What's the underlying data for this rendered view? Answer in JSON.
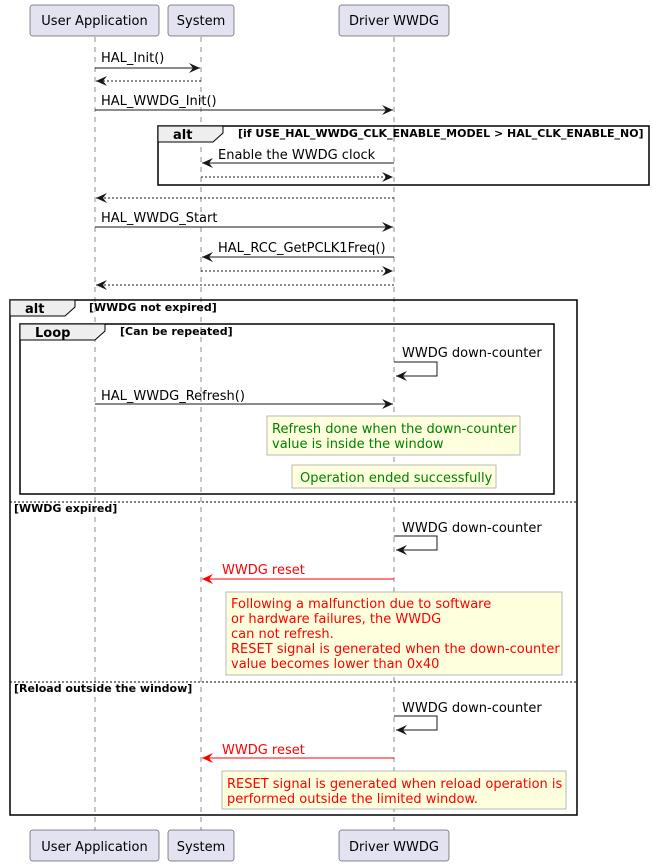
{
  "participants": [
    "User Application",
    "System",
    "Driver WWDG"
  ],
  "messages": {
    "hal_init": "HAL_Init()",
    "hal_wwdg_init": "HAL_WWDG_Init()",
    "enable_clock": "Enable the WWDG clock",
    "hal_wwdg_start": "HAL_WWDG_Start",
    "get_pclk": "HAL_RCC_GetPCLK1Freq()",
    "down_counter": "WWDG down-counter",
    "refresh": "HAL_WWDG_Refresh()",
    "reset": "WWDG reset"
  },
  "fragments": {
    "alt_keyword": "alt",
    "loop_keyword": "Loop",
    "clk_condition": "[if USE_HAL_WWDG_CLK_ENABLE_MODEL > HAL_CLK_ENABLE_NO]",
    "not_expired": "[WWDG not expired]",
    "repeated": "[Can be repeated]",
    "expired": "[WWDG expired]",
    "reload_outside": "[Reload outside the window]"
  },
  "notes": {
    "refresh_done": [
      "Refresh done when the down-counter",
      "value is inside the window"
    ],
    "op_ok": [
      "Operation ended successfully"
    ],
    "malfunction": [
      "Following a malfunction due to software",
      "or hardware failures, the WWDG",
      "can not refresh.",
      "RESET signal is generated when the down-counter",
      "value becomes lower than 0x40"
    ],
    "reload_reset": [
      "RESET signal is generated when reload operation is",
      "performed outside the limited window."
    ]
  },
  "colors": {
    "participant_fill": "#E2E2F0",
    "participant_border": "#181818",
    "note_fill": "#FEFFDD",
    "note_border": "#A8A8A8",
    "error": "#FF0000",
    "success": "#008000",
    "fragment_header": "#EEEEEE"
  }
}
